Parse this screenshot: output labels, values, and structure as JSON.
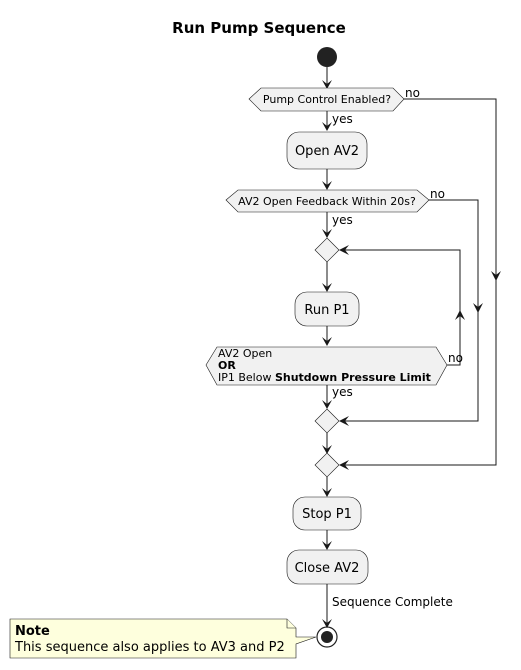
{
  "title": "Run Pump Sequence",
  "activities": {
    "open_av2": "Open AV2",
    "run_p1": "Run P1",
    "stop_p1": "Stop P1",
    "close_av2": "Close AV2"
  },
  "decisions": {
    "pump_control": {
      "question": "Pump Control Enabled?",
      "yes": "yes",
      "no": "no"
    },
    "av2_feedback": {
      "question": "AV2 Open Feedback Within 20s?",
      "yes": "yes",
      "no": "no"
    },
    "loop_exit": {
      "line1": "AV2 Open",
      "line2": "OR",
      "line3_prefix": "IP1 Below ",
      "line3_bold": "Shutdown Pressure Limit",
      "yes": "yes",
      "no": "no"
    }
  },
  "final_edge_label": "Sequence Complete",
  "note": {
    "heading": "Note",
    "text": "This sequence also applies to AV3 and P2"
  }
}
